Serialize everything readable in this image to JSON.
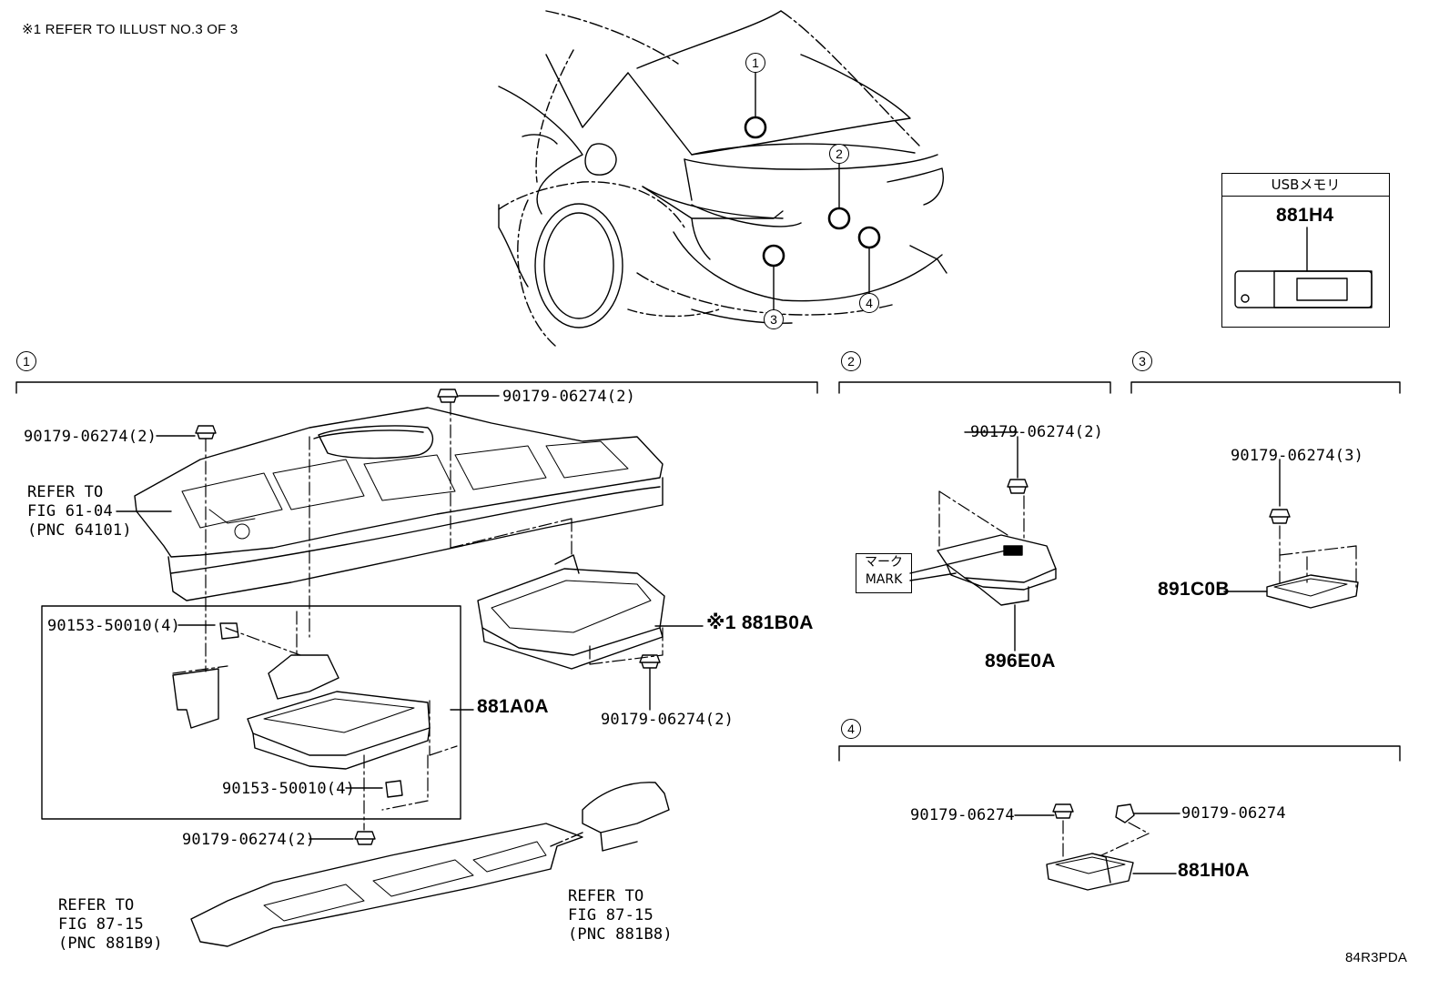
{
  "header": {
    "note": "※1 REFER TO ILLUST NO.3 OF 3"
  },
  "illustration_code": "84R3PDA",
  "car_callouts": [
    "1",
    "2",
    "3",
    "4"
  ],
  "usb_box": {
    "title": "USBメモリ",
    "part": "881H4"
  },
  "section_1": {
    "number": "1",
    "labels": {
      "bolt_top": "90179-06274(2)",
      "bolt_left": "90179-06274(2)",
      "refer_floor": [
        "REFER TO",
        "FIG 61-04",
        "(PNC 64101)"
      ],
      "screw_upper": "90153-50010(4)",
      "part_881a0a": "881A0A",
      "screw_lower": "90153-50010(4)",
      "bolt_lower": "90179-06274(2)",
      "part_881b0a": "※1 881B0A",
      "bolt_right": "90179-06274(2)",
      "refer_duct_left": [
        "REFER TO",
        "FIG 87-15",
        "(PNC 881B9)"
      ],
      "refer_duct_right": [
        "REFER TO",
        "FIG 87-15",
        "(PNC 881B8)"
      ]
    }
  },
  "section_2": {
    "number": "2",
    "labels": {
      "bolt": "90179-06274(2)",
      "mark_jp": "マーク",
      "mark_en": "MARK",
      "part": "896E0A"
    }
  },
  "section_3": {
    "number": "3",
    "labels": {
      "bolt": "90179-06274(3)",
      "part": "891C0B"
    }
  },
  "section_4": {
    "number": "4",
    "labels": {
      "bolt_left": "90179-06274",
      "bolt_right": "90179-06274",
      "part": "881H0A"
    }
  }
}
